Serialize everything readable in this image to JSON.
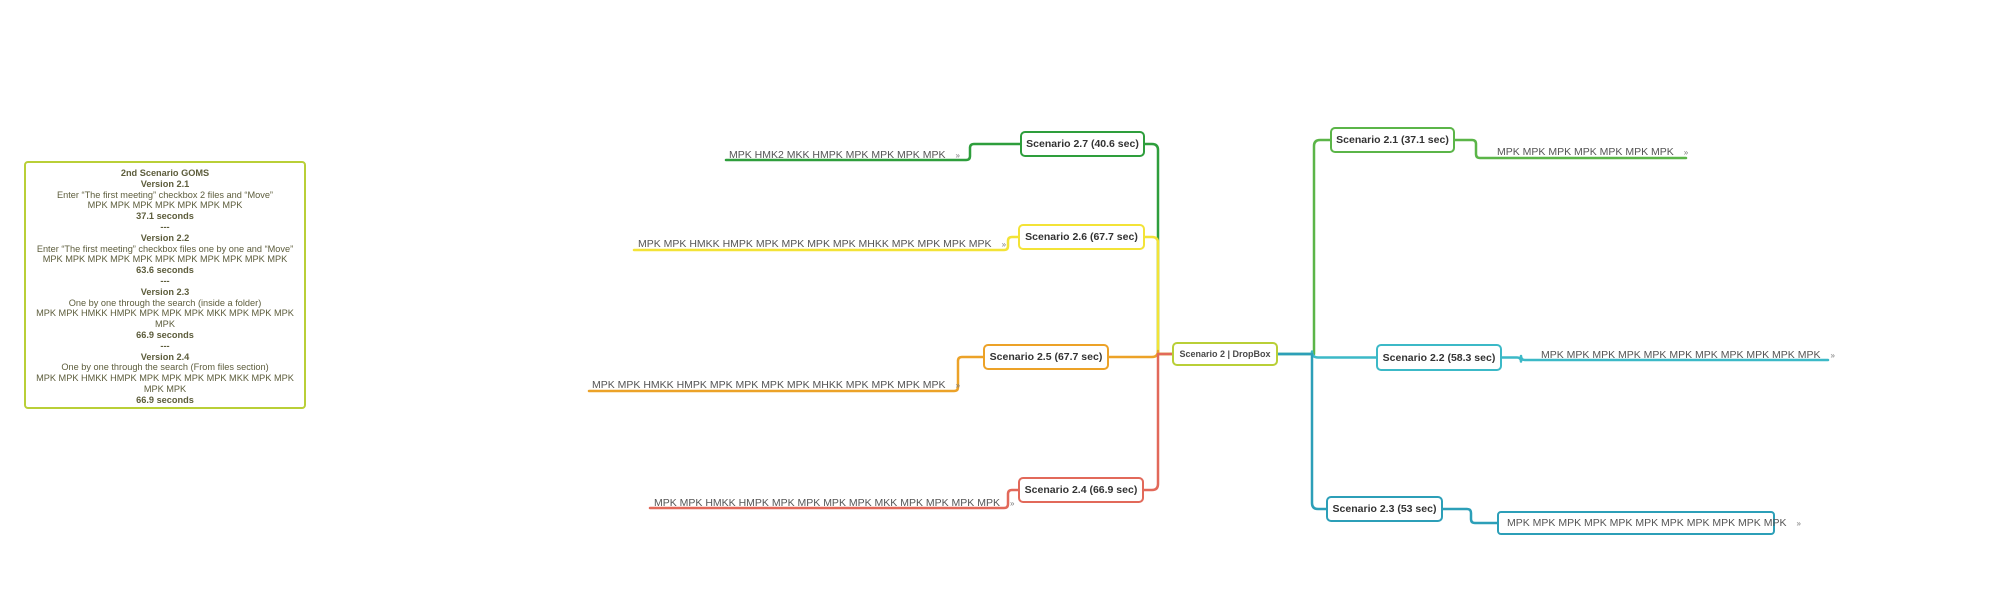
{
  "notes": {
    "lines": [
      {
        "text": "2nd Scenario GOMS",
        "bold": true
      },
      {
        "text": "Version 2.1",
        "bold": true
      },
      {
        "text": "Enter “The first meeting”  checkbox 2 files and “Move”",
        "bold": false
      },
      {
        "text": "MPK MPK MPK MPK MPK MPK MPK",
        "bold": false
      },
      {
        "text": "37.1 seconds",
        "bold": true
      },
      {
        "text": "---",
        "bold": true
      },
      {
        "text": "Version 2.2",
        "bold": true
      },
      {
        "text": "Enter “The first meeting”  checkbox files one by one and “Move”",
        "bold": false
      },
      {
        "text": "MPK MPK MPK MPK MPK MPK MPK MPK MPK MPK MPK",
        "bold": false
      },
      {
        "text": "63.6 seconds",
        "bold": true
      },
      {
        "text": "---",
        "bold": true
      },
      {
        "text": "Version 2.3",
        "bold": true
      },
      {
        "text": "One by one through the search (inside a folder)",
        "bold": false
      },
      {
        "text": "MPK MPK HMKK HMPK MPK MPK MPK MKK MPK MPK MPK MPK",
        "bold": false
      },
      {
        "text": "66.9 seconds",
        "bold": true
      },
      {
        "text": "---",
        "bold": true
      },
      {
        "text": "Version 2.4",
        "bold": true
      },
      {
        "text": "One by one through the search (From files section)",
        "bold": false
      },
      {
        "text": "MPK MPK HMKK HMPK MPK MPK MPK  MPK MKK MPK MPK MPK MPK",
        "bold": false
      },
      {
        "text": "66.9 seconds",
        "bold": true
      }
    ]
  },
  "root": {
    "label": "Scenario 2 | DropBox",
    "color": "#b9cf37"
  },
  "branches": [
    {
      "id": "s27",
      "label": "Scenario 2.7 (40.6 sec)",
      "color": "#2e9e3c",
      "leaf": "MPK HMK2 MKK HMPK MPK MPK MPK MPK",
      "more": "»"
    },
    {
      "id": "s26",
      "label": "Scenario 2.6 (67.7 sec)",
      "color": "#f3e337",
      "leaf": "MPK MPK HMKK HMPK MPK MPK MPK  MPK MHKK MPK MPK MPK MPK",
      "more": "»"
    },
    {
      "id": "s25",
      "label": "Scenario 2.5 (67.7 sec)",
      "color": "#eca228",
      "leaf": "MPK MPK HMKK HMPK MPK MPK MPK  MPK MHKK MPK MPK MPK MPK",
      "more": "»"
    },
    {
      "id": "s24",
      "label": "Scenario 2.4 (66.9 sec)",
      "color": "#e2695a",
      "leaf": "MPK MPK HMKK HMPK MPK MPK MPK MPK MKK MPK MPK MPK MPK",
      "more": "»"
    },
    {
      "id": "s21",
      "label": "Scenario 2.1 (37.1 sec)",
      "color": "#5bb548",
      "leaf": "MPK MPK MPK MPK MPK MPK MPK",
      "more": "»"
    },
    {
      "id": "s22",
      "label": "Scenario 2.2 (58.3 sec)",
      "color": "#3cb9c7",
      "leaf": "MPK MPK MPK MPK MPK MPK MPK MPK MPK MPK MPK",
      "more": "»"
    },
    {
      "id": "s23",
      "label": "Scenario 2.3 (53 sec)",
      "color": "#2c9fb8",
      "leaf": "MPK MPK MPK MPK MPK MPK MPK MPK MPK MPK MPK",
      "more": "»"
    }
  ]
}
